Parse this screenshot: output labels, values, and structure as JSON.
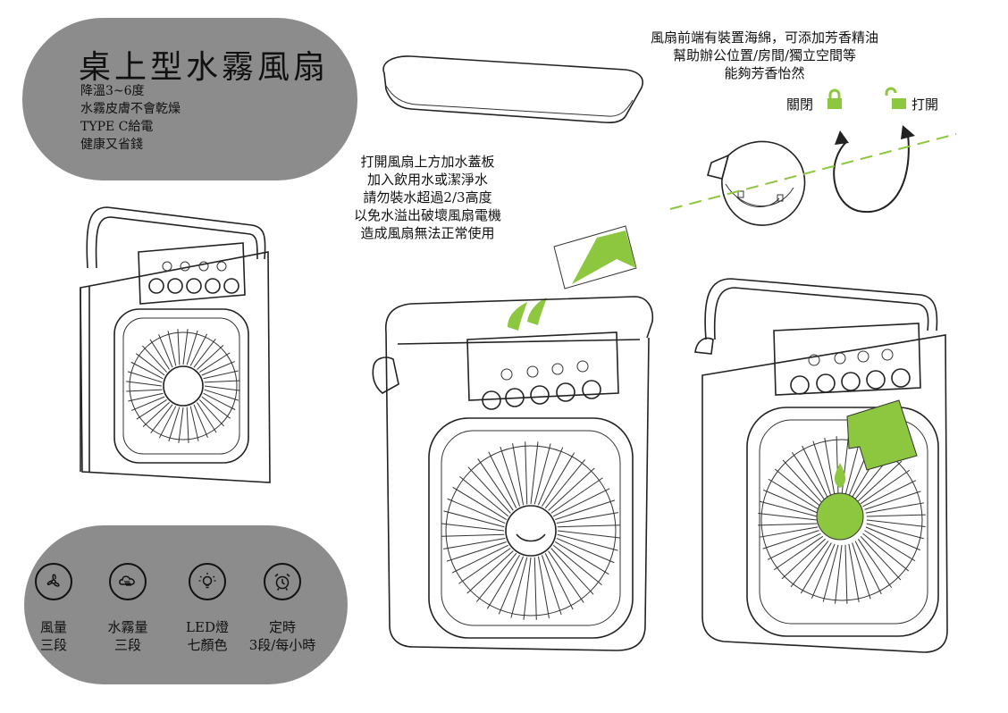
{
  "product": {
    "title": "桌上型水霧風扇",
    "specs": [
      "降溫3~6度",
      "水霧皮膚不會乾燥",
      "TYPE C給電",
      "健康又省錢"
    ]
  },
  "features": [
    {
      "icon": "fan-icon",
      "line1": "風量",
      "line2": "三段"
    },
    {
      "icon": "mist-icon",
      "line1": "水霧量",
      "line2": "三段"
    },
    {
      "icon": "bulb-icon",
      "line1": "LED燈",
      "line2": "七顏色"
    },
    {
      "icon": "alarm-clock-icon",
      "line1": "定時",
      "line2": "3段/每小時"
    }
  ],
  "water_note": [
    "打開風扇上方加水蓋板",
    "加入飲用水或潔淨水",
    "請勿裝水超過2/3高度",
    "以免水溢出破壞風扇電機",
    "造成風扇無法正常使用"
  ],
  "sponge_note": [
    "風扇前端有裝置海綿，可添加芳香精油",
    "幫助辦公位置/房間/獨立空間等",
    "能夠芳香怡然"
  ],
  "lock": {
    "closed_label": "關閉",
    "open_label": "打開"
  },
  "colors": {
    "accent_green": "#8dc63f",
    "pill_gray": "#8c8c8c"
  }
}
